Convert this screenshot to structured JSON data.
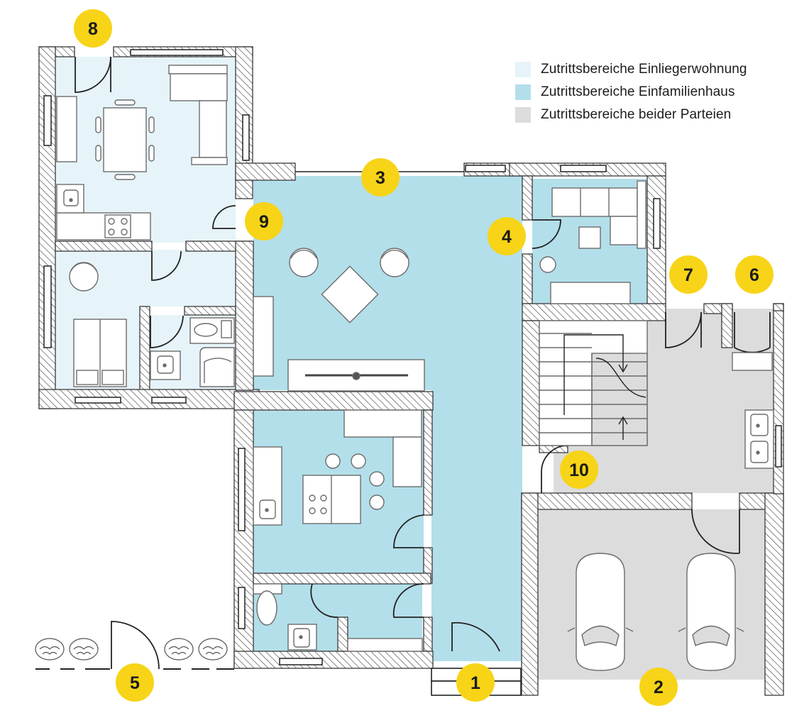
{
  "legend": {
    "items": [
      {
        "label": "Zutrittsbereiche Einliegerwohnung",
        "color": "#e6f4f9"
      },
      {
        "label": "Zutrittsbereiche Einfamilienhaus",
        "color": "#b3dfea"
      },
      {
        "label": "Zutrittsbereiche beider Parteien",
        "color": "#dcdcdc"
      }
    ]
  },
  "colors": {
    "accent_marker": "#f7d417",
    "wall_outline": "#3a3a3a",
    "hatch": "#3a3a3a"
  },
  "markers": [
    "1",
    "2",
    "3",
    "4",
    "5",
    "6",
    "7",
    "8",
    "9",
    "10"
  ]
}
